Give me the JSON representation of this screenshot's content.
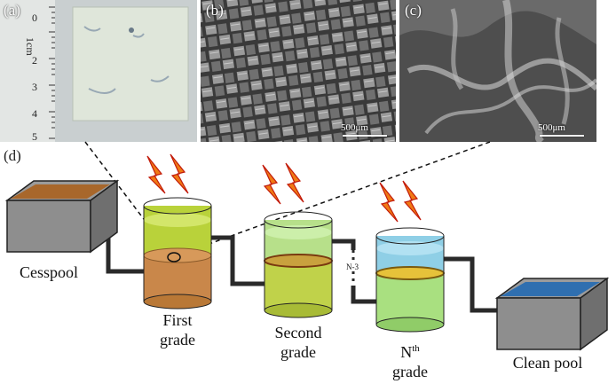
{
  "panels": {
    "a": {
      "letter": "(a)",
      "ruler_unit": "1cm",
      "ruler_numbers": [
        "0",
        "2",
        "3",
        "4",
        "5"
      ]
    },
    "b": {
      "letter": "(b)",
      "scale": "500μm"
    },
    "c": {
      "letter": "(c)",
      "scale": "500μm"
    },
    "d": {
      "letter": "(d)"
    }
  },
  "diagram": {
    "cesspool_label": "Cesspool",
    "first_grade_label": [
      "First",
      "grade"
    ],
    "second_grade_label": [
      "Second",
      "grade"
    ],
    "nth_grade_label": {
      "base": "N",
      "sup": "th",
      "word": "grade"
    },
    "clean_pool_label": "Clean pool",
    "pipe_gap_label": "N-3"
  },
  "colors": {
    "cesspool_water": "#a8672b",
    "first_grade_liquid": "#b9d23a",
    "first_grade_membrane": "#d7995a",
    "second_grade_liquid": "#b7e08a",
    "second_grade_membrane": "#c0d24a",
    "nth_grade_liquid": "#8fcfe6",
    "nth_grade_membrane": "#a9e080",
    "clean_water": "#2f6fb0",
    "pipe": "#2a2a2a",
    "lightning": "#f07a14"
  }
}
